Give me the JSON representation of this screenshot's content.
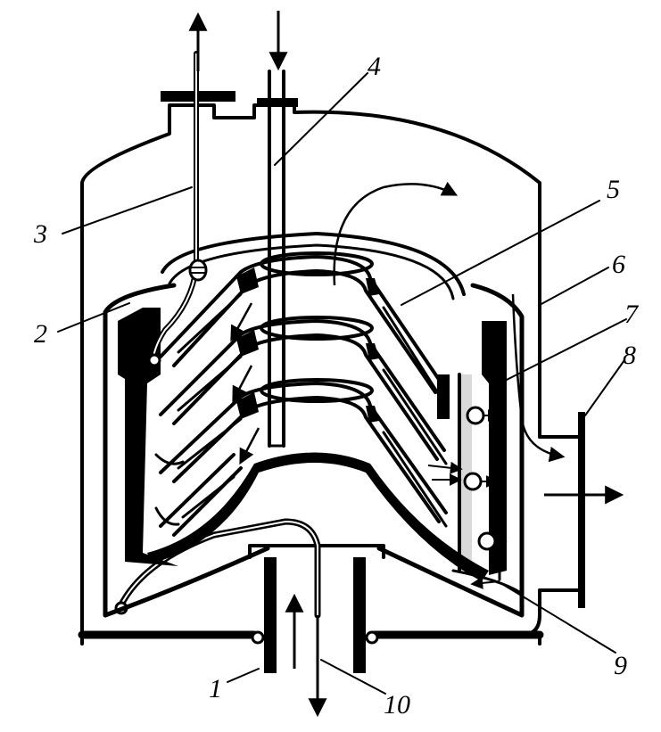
{
  "diagram": {
    "labels": [
      "1",
      "2",
      "3",
      "4",
      "5",
      "6",
      "7",
      "8",
      "9",
      "10"
    ],
    "colors": {
      "ink": "#000000",
      "paper": "#ffffff"
    }
  }
}
